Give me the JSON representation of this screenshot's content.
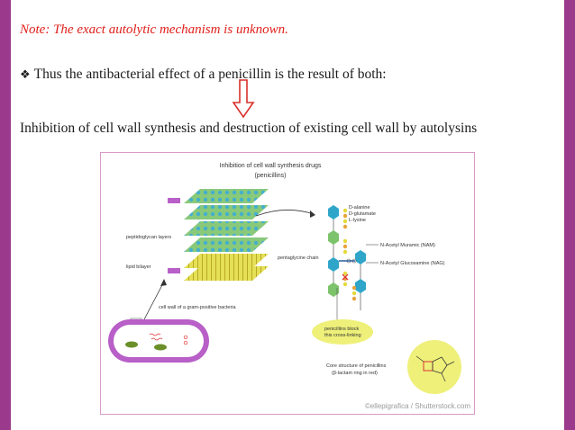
{
  "note": "Note: The exact autolytic mechanism is unknown.",
  "bullet_text": "Thus the antibacterial effect of  a penicillin is the result of both:",
  "conclusion": "Inhibition of cell wall synthesis and destruction of existing cell wall by autolysins",
  "colors": {
    "accent_bar": "#9b3a8d",
    "note_red": "#e0201b",
    "figure_border": "#d89ac9"
  },
  "figure": {
    "title_line1": "Inhibition of cell wall synthesis drugs",
    "title_line2": "(penicillins)",
    "label_peptidoglycan": "peptidoglycan layers",
    "label_lipid": "lipid bilayer",
    "label_cellwall": "cell wall of a gram-positive bacteria",
    "label_d_alanine": "D-alanine",
    "label_d_glutamate": "D-glutamate",
    "label_l_lysine": "L-lysine",
    "label_pentaglycine": "pentaglycine chain",
    "label_nam": "N-Acetyl Muramic (NAM)",
    "label_nag": "N-Acetyl Glucosamine (NAG)",
    "label_block1": "penicillins block",
    "label_block2": "this cross-linking",
    "label_core1": "Core structure of penicillins",
    "label_core2": "(β-lactam ring in red)",
    "watermark": "©ellepigrafica / Shutterstock.com"
  }
}
